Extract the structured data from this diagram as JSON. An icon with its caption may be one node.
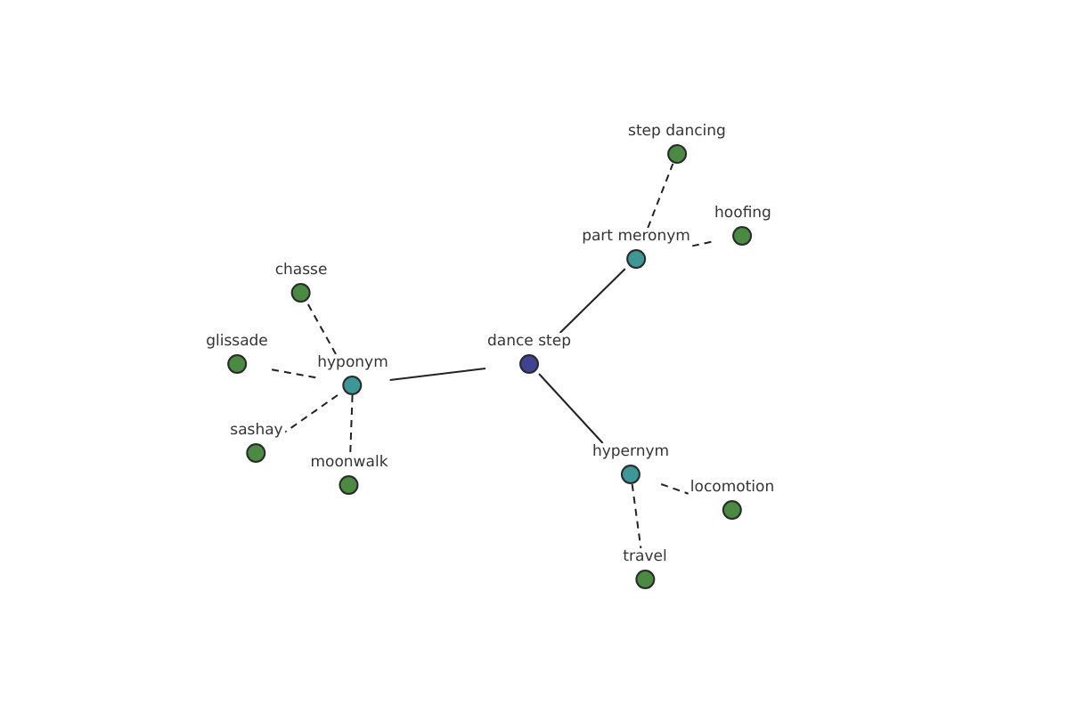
{
  "diagram": {
    "nodes": [
      {
        "text": [
          "step dancing"
        ]
      },
      {
        "text": [
          "hoofing"
        ]
      },
      {
        "text": [
          "part meronym"
        ]
      },
      {
        "text": [
          "chasse"
        ]
      },
      {
        "text": [
          "dance step"
        ]
      },
      {
        "text": [
          "glissade"
        ]
      },
      {
        "text": [
          "hyponym"
        ]
      },
      {
        "text": [
          "sashay"
        ]
      },
      {
        "text": [
          "hypernym"
        ]
      },
      {
        "text": [
          "moonwalk"
        ]
      },
      {
        "text": [
          "locomotion"
        ]
      },
      {
        "text": [
          "travel"
        ]
      }
    ],
    "edges": [
      {
        "from": 4,
        "to": 6,
        "arrow": "none"
      },
      {
        "from": 4,
        "to": 2,
        "arrow": "none"
      },
      {
        "from": 4,
        "to": 8,
        "arrow": "none"
      },
      {
        "from": 2,
        "to": 0,
        "arrow": "none",
        "style": "dashed"
      },
      {
        "from": 2,
        "to": 1,
        "arrow": "none",
        "style": "dashed"
      },
      {
        "from": 6,
        "to": 3,
        "arrow": "none",
        "style": "dashed"
      },
      {
        "from": 6,
        "to": 5,
        "arrow": "none",
        "style": "dashed"
      },
      {
        "from": 6,
        "to": 7,
        "arrow": "none",
        "style": "dashed"
      },
      {
        "from": 6,
        "to": 9,
        "arrow": "none",
        "style": "dashed"
      },
      {
        "from": 8,
        "to": 10,
        "arrow": "none",
        "style": "dashed"
      },
      {
        "from": 8,
        "to": 11,
        "arrow": "none",
        "style": "dashed"
      }
    ]
  }
}
